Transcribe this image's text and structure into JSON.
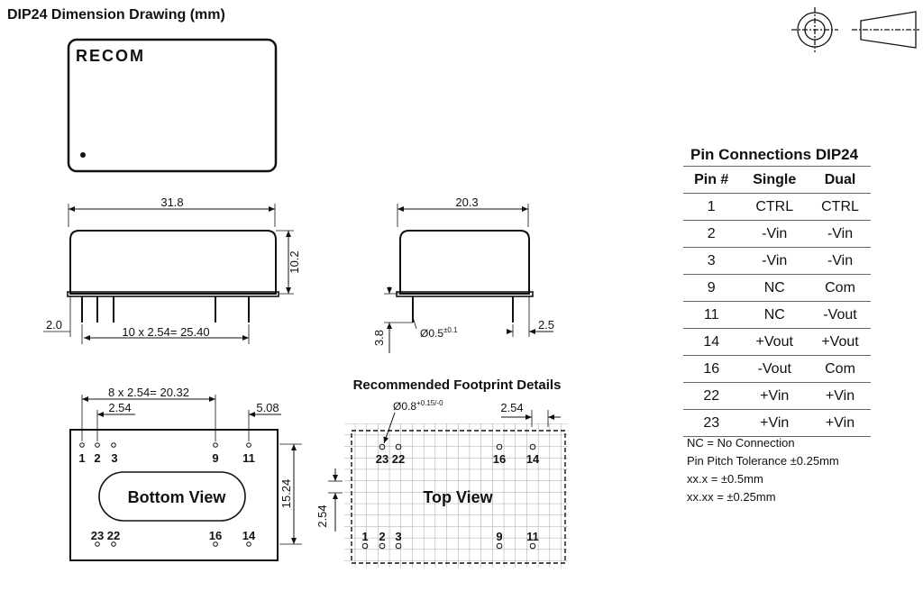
{
  "title": "DIP24 Dimension Drawing (mm)",
  "brand": "RECOM",
  "dims": {
    "length": "31.8",
    "width": "20.3",
    "height": "10.2",
    "pin_offset": "2.0",
    "pin_span": "10 x 2.54= 25.40",
    "standoff": "3.8",
    "pin_diameter": "Ø0.5",
    "pin_diameter_tol": "±0.1",
    "side_offset": "2.5",
    "bottom_span": "8 x 2.54= 20.32",
    "bottom_pitch": "2.54",
    "bottom_end": "5.08",
    "row_spacing": "15.24",
    "fp_pitch_x": "2.54",
    "fp_pitch_y": "2.54",
    "fp_hole": "Ø0.8",
    "fp_hole_tol": "+0.15/-0"
  },
  "bottom_view": {
    "label": "Bottom View",
    "top_pins": [
      "1",
      "2",
      "3",
      "9",
      "11"
    ],
    "bottom_pins": [
      "23 22",
      "16",
      "14"
    ]
  },
  "footprint": {
    "heading": "Recommended Footprint Details",
    "label": "Top View",
    "top_pins": [
      "23 22",
      "16",
      "14"
    ],
    "bottom_pins": [
      "1",
      "2",
      "3",
      "9",
      "11"
    ]
  },
  "pin_table": {
    "caption": "Pin Connections DIP24",
    "headers": [
      "Pin #",
      "Single",
      "Dual"
    ],
    "rows": [
      [
        "1",
        "CTRL",
        "CTRL"
      ],
      [
        "2",
        "-Vin",
        "-Vin"
      ],
      [
        "3",
        "-Vin",
        "-Vin"
      ],
      [
        "9",
        "NC",
        "Com"
      ],
      [
        "11",
        "NC",
        "-Vout"
      ],
      [
        "14",
        "+Vout",
        "+Vout"
      ],
      [
        "16",
        "-Vout",
        "Com"
      ],
      [
        "22",
        "+Vin",
        "+Vin"
      ],
      [
        "23",
        "+Vin",
        "+Vin"
      ]
    ]
  },
  "notes": [
    "NC = No Connection",
    "Pin Pitch Tolerance    ±0.25mm",
    "xx.x = ±0.5mm",
    "xx.xx = ±0.25mm"
  ]
}
